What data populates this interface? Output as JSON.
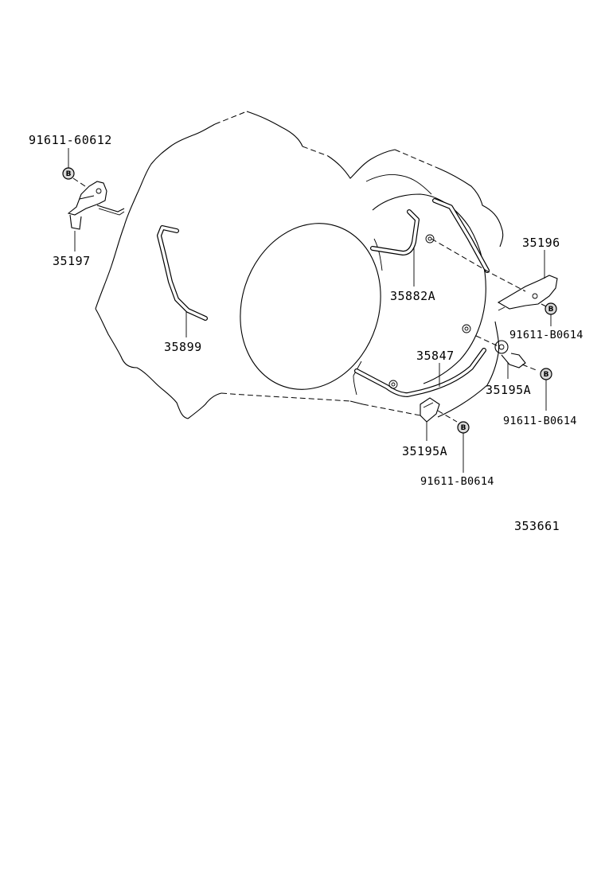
{
  "diagram": {
    "ref_number": "353661",
    "parts": {
      "bolt_upper_left": "91611-60612",
      "bracket_left": "35197",
      "tube_center": "35899",
      "pipe_upper": "35882A",
      "bracket_right": "35196",
      "bolt_right_upper": "91611-B0614",
      "pipe_lower": "35847",
      "clamp_right": "35195A",
      "bolt_right_lower": "91611-B0614",
      "clamp_bottom": "35195A",
      "bolt_bottom": "91611-B0614"
    },
    "badge_letter": "B",
    "colors": {
      "ink": "#000000",
      "paper": "#ffffff"
    }
  }
}
